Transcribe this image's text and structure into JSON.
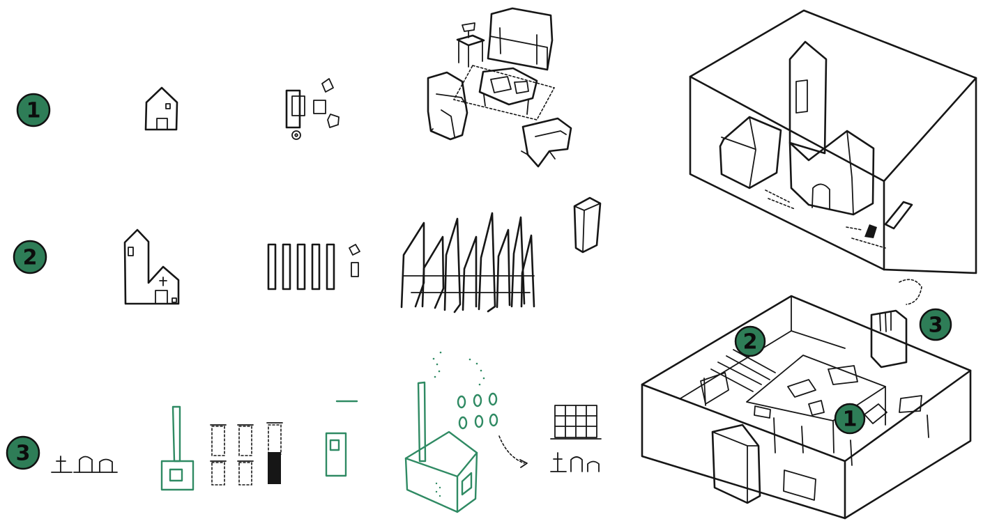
{
  "colors": {
    "ink": "#161616",
    "accent_green": "#2f8a63",
    "badge_fill": "#2e7d57",
    "background": "#ffffff"
  },
  "rows": [
    {
      "badge": {
        "label": "1"
      },
      "icons": [
        "house-icon",
        "furniture-plan-icon",
        "living-room-furniture-icon"
      ]
    },
    {
      "badge": {
        "label": "2"
      },
      "icons": [
        "church-icon",
        "pew-plan-icon",
        "church-pews-icon",
        "pillar-icon"
      ]
    },
    {
      "badge": {
        "label": "3"
      },
      "icons": [
        "cemetery-icon",
        "chimney-plan-icon",
        "urn-grid-icon",
        "stove-icon",
        "crematorium-icon",
        "columbarium-icon"
      ]
    }
  ],
  "right_panel": {
    "badges": [
      {
        "label": "2"
      },
      {
        "label": "3"
      },
      {
        "label": "1"
      }
    ],
    "icons": [
      "village-box-icon",
      "building-cutaway-icon"
    ]
  }
}
